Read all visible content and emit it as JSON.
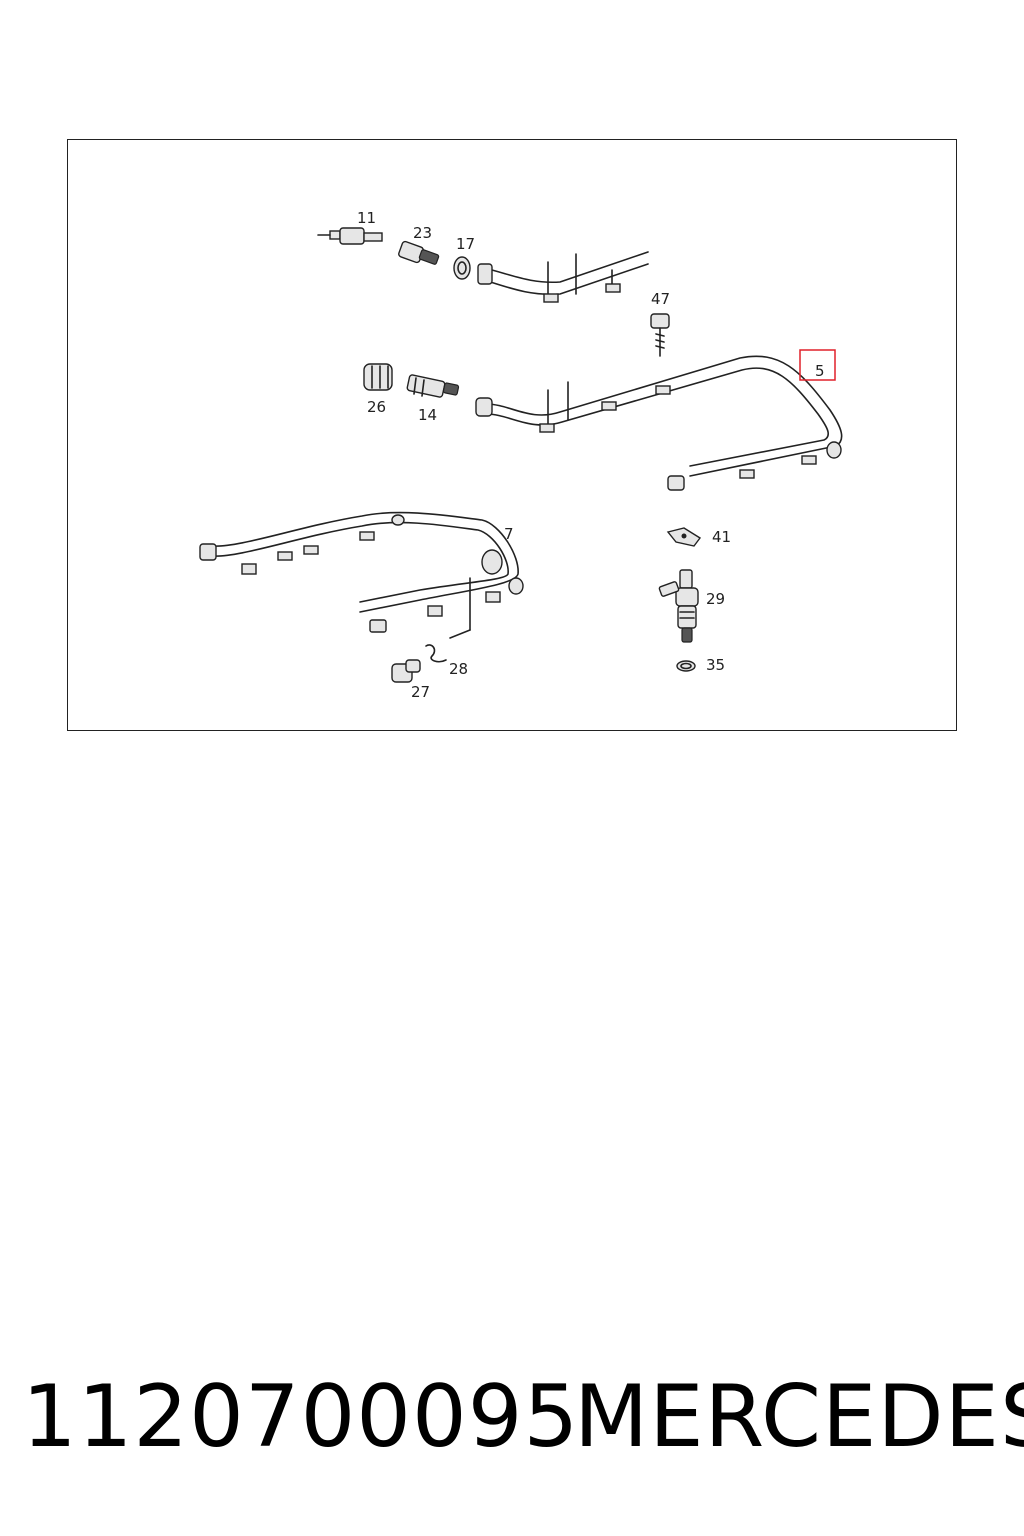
{
  "diagram": {
    "callouts": {
      "c11": "11",
      "c23": "23",
      "c17": "17",
      "c47": "47",
      "c5": "5",
      "c26": "26",
      "c14": "14",
      "c7": "7",
      "c41": "41",
      "c29": "29",
      "c28": "28",
      "c35": "35",
      "c27": "27"
    },
    "highlight_color": "#e0202a"
  },
  "footer": {
    "part_number": "1120700095",
    "brand": "MERCEDES"
  }
}
